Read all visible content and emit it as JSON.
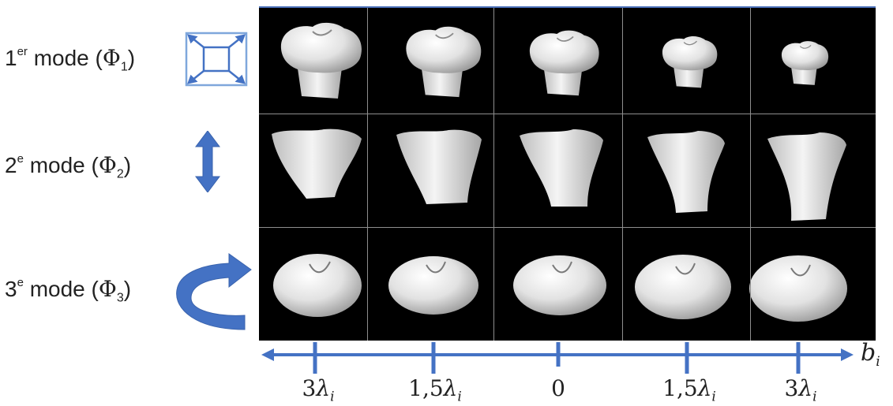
{
  "modes": [
    {
      "number": "1",
      "suffix": "er",
      "word": "mode",
      "symbol": "Φ",
      "index": "1",
      "icon": "expand-square-icon"
    },
    {
      "number": "2",
      "suffix": "e",
      "word": "mode",
      "symbol": "Φ",
      "index": "2",
      "icon": "vertical-double-arrow-icon"
    },
    {
      "number": "3",
      "suffix": "e",
      "word": "mode",
      "symbol": "Φ",
      "index": "3",
      "icon": "curved-rotation-arrow-icon"
    }
  ],
  "axis": {
    "label_main": "b",
    "label_sub": "i",
    "ticks": [
      {
        "coef": "3",
        "symbol": "λ",
        "sub": "i"
      },
      {
        "coef": "1,5",
        "symbol": "λ",
        "sub": "i"
      },
      {
        "coef": "0",
        "symbol": "",
        "sub": ""
      },
      {
        "coef": "1,5",
        "symbol": "λ",
        "sub": "i"
      },
      {
        "coef": "3",
        "symbol": "λ",
        "sub": "i"
      }
    ]
  },
  "colors": {
    "accent_blue": "#4472c4",
    "grid_background": "#000000",
    "shape": "#e8e8e8"
  }
}
